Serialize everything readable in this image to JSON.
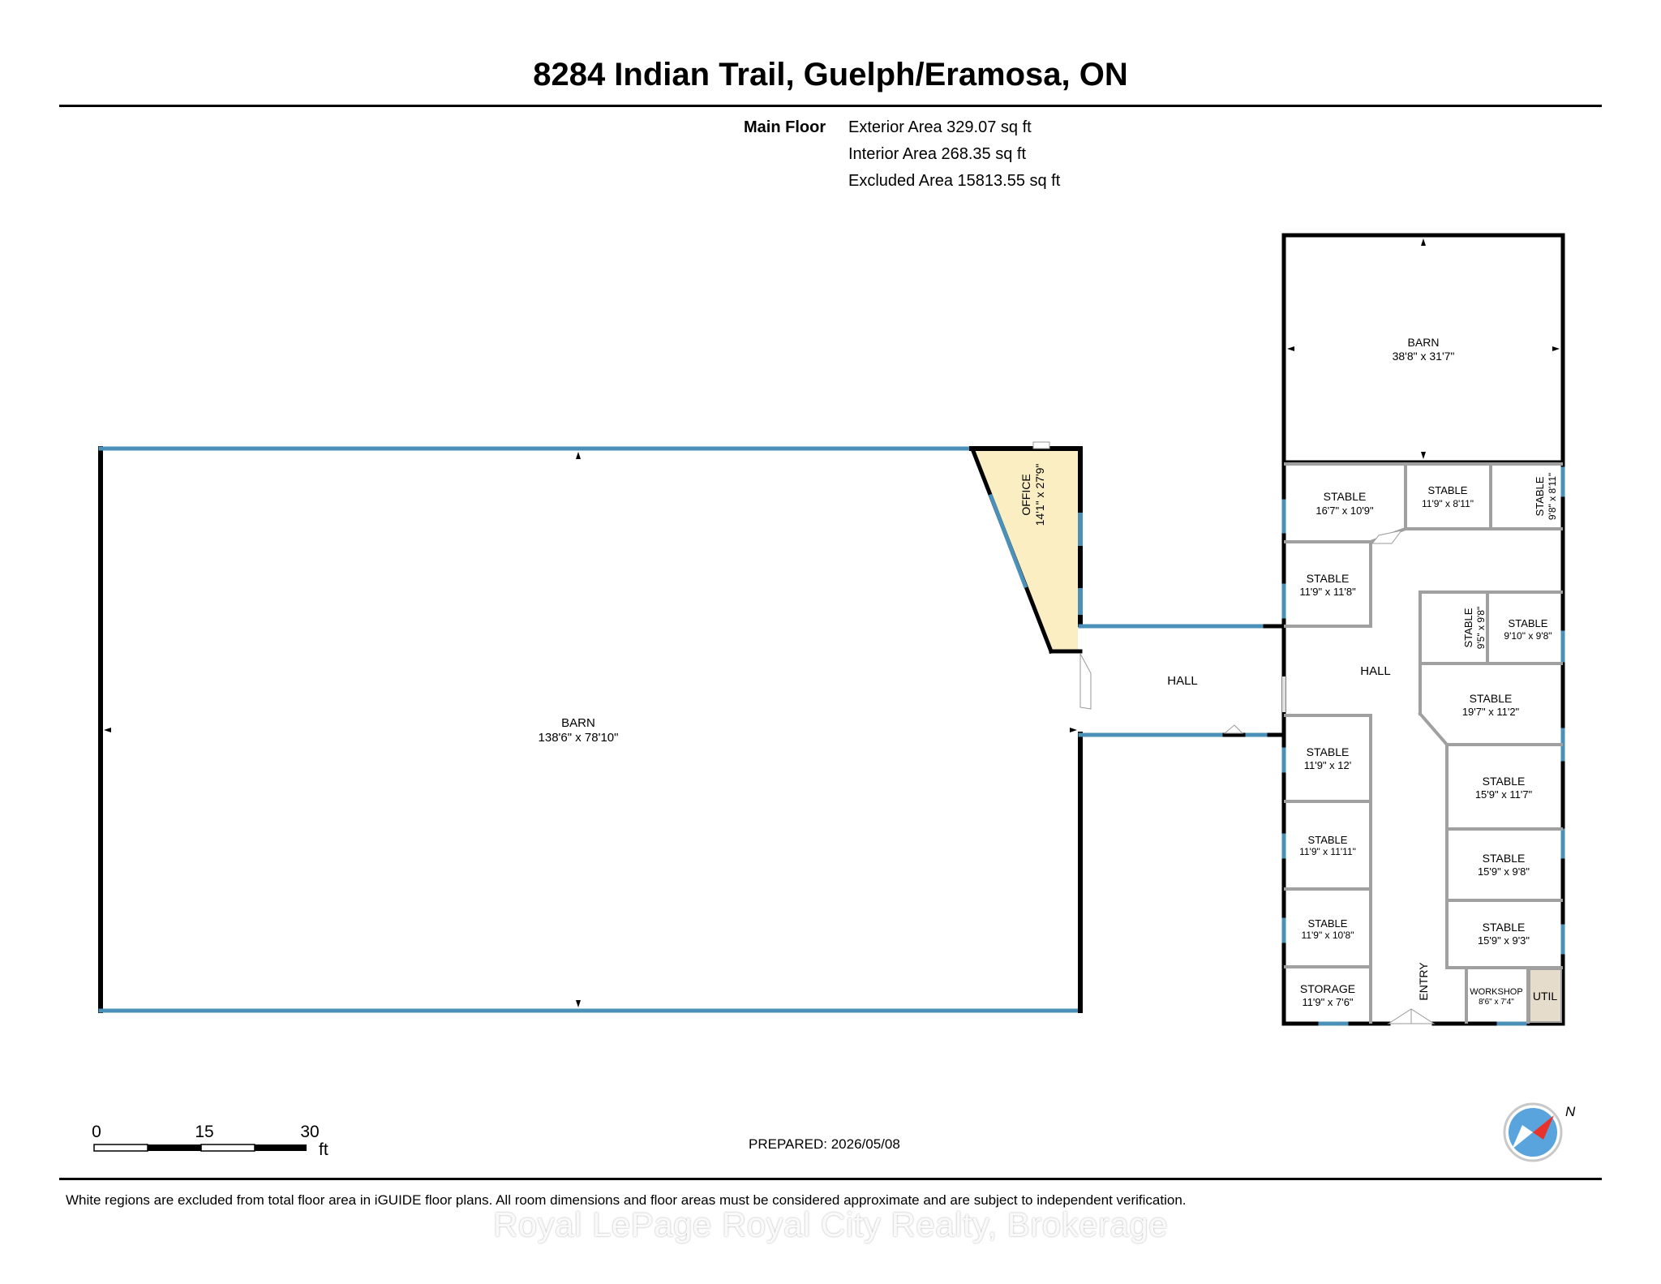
{
  "header": {
    "title": "8284 Indian Trail, Guelph/Eramosa, ON"
  },
  "floor_summary": {
    "floor_label": "Main Floor",
    "exterior_area": "Exterior Area 329.07 sq ft",
    "interior_area": "Interior Area 268.35 sq ft",
    "excluded_area": "Excluded Area 15813.55 sq ft"
  },
  "rooms": {
    "barn_main": {
      "name": "BARN",
      "dims": "138'6\" x 78'10\""
    },
    "office": {
      "name": "OFFICE",
      "dims": "14'1\" x 27'9\""
    },
    "hall_connector": {
      "name": "HALL"
    },
    "barn_north": {
      "name": "BARN",
      "dims": "38'8\" x 31'7\""
    },
    "stable_1": {
      "name": "STABLE",
      "dims": "16'7\" x 10'9\""
    },
    "stable_2": {
      "name": "STABLE",
      "dims": "11'9\" x 8'11\""
    },
    "stable_3": {
      "name": "STABLE",
      "dims": "9'8\" x 8'11\""
    },
    "stable_4": {
      "name": "STABLE",
      "dims": "11'9\" x 11'8\""
    },
    "hall_main": {
      "name": "HALL"
    },
    "stable_5": {
      "name": "STABLE",
      "dims": "9'5\" x 9'8\""
    },
    "stable_6": {
      "name": "STABLE",
      "dims": "9'10\" x 9'8\""
    },
    "stable_7": {
      "name": "STABLE",
      "dims": "19'7\" x 11'2\""
    },
    "stable_8": {
      "name": "STABLE",
      "dims": "11'9\" x 12'"
    },
    "stable_9": {
      "name": "STABLE",
      "dims": "15'9\" x 11'7\""
    },
    "stable_10": {
      "name": "STABLE",
      "dims": "11'9\" x 11'11\""
    },
    "stable_11": {
      "name": "STABLE",
      "dims": "15'9\" x 9'8\""
    },
    "stable_12": {
      "name": "STABLE",
      "dims": "11'9\" x 10'8\""
    },
    "stable_13": {
      "name": "STABLE",
      "dims": "15'9\" x 9'3\""
    },
    "storage": {
      "name": "STORAGE",
      "dims": "11'9\" x 7'6\""
    },
    "entry": {
      "name": "ENTRY"
    },
    "workshop": {
      "name": "WORKSHOP",
      "dims": "8'6\" x 7'4\""
    },
    "util": {
      "name": "UTIL"
    }
  },
  "scale_bar": {
    "label_0": "0",
    "label_15": "15",
    "label_30": "30",
    "unit": "ft"
  },
  "compass": {
    "label": "N",
    "icon": "compass-icon"
  },
  "footer": {
    "prepared": "PREPARED: 2026/05/08",
    "disclaimer": "White regions are excluded from total floor area in iGUIDE floor plans. All room dimensions and floor areas must be considered approximate and are subject to independent verification.",
    "watermark": "Royal LePage Royal City Realty, Brokerage"
  },
  "colors": {
    "wall": "#000000",
    "window": "#4a90b8",
    "interior_wall": "#a0a0a0",
    "office_fill": "#fbeec2",
    "util_fill": "#e6dccb",
    "compass_blue": "#5aa4dd",
    "compass_red": "#e8322a"
  }
}
